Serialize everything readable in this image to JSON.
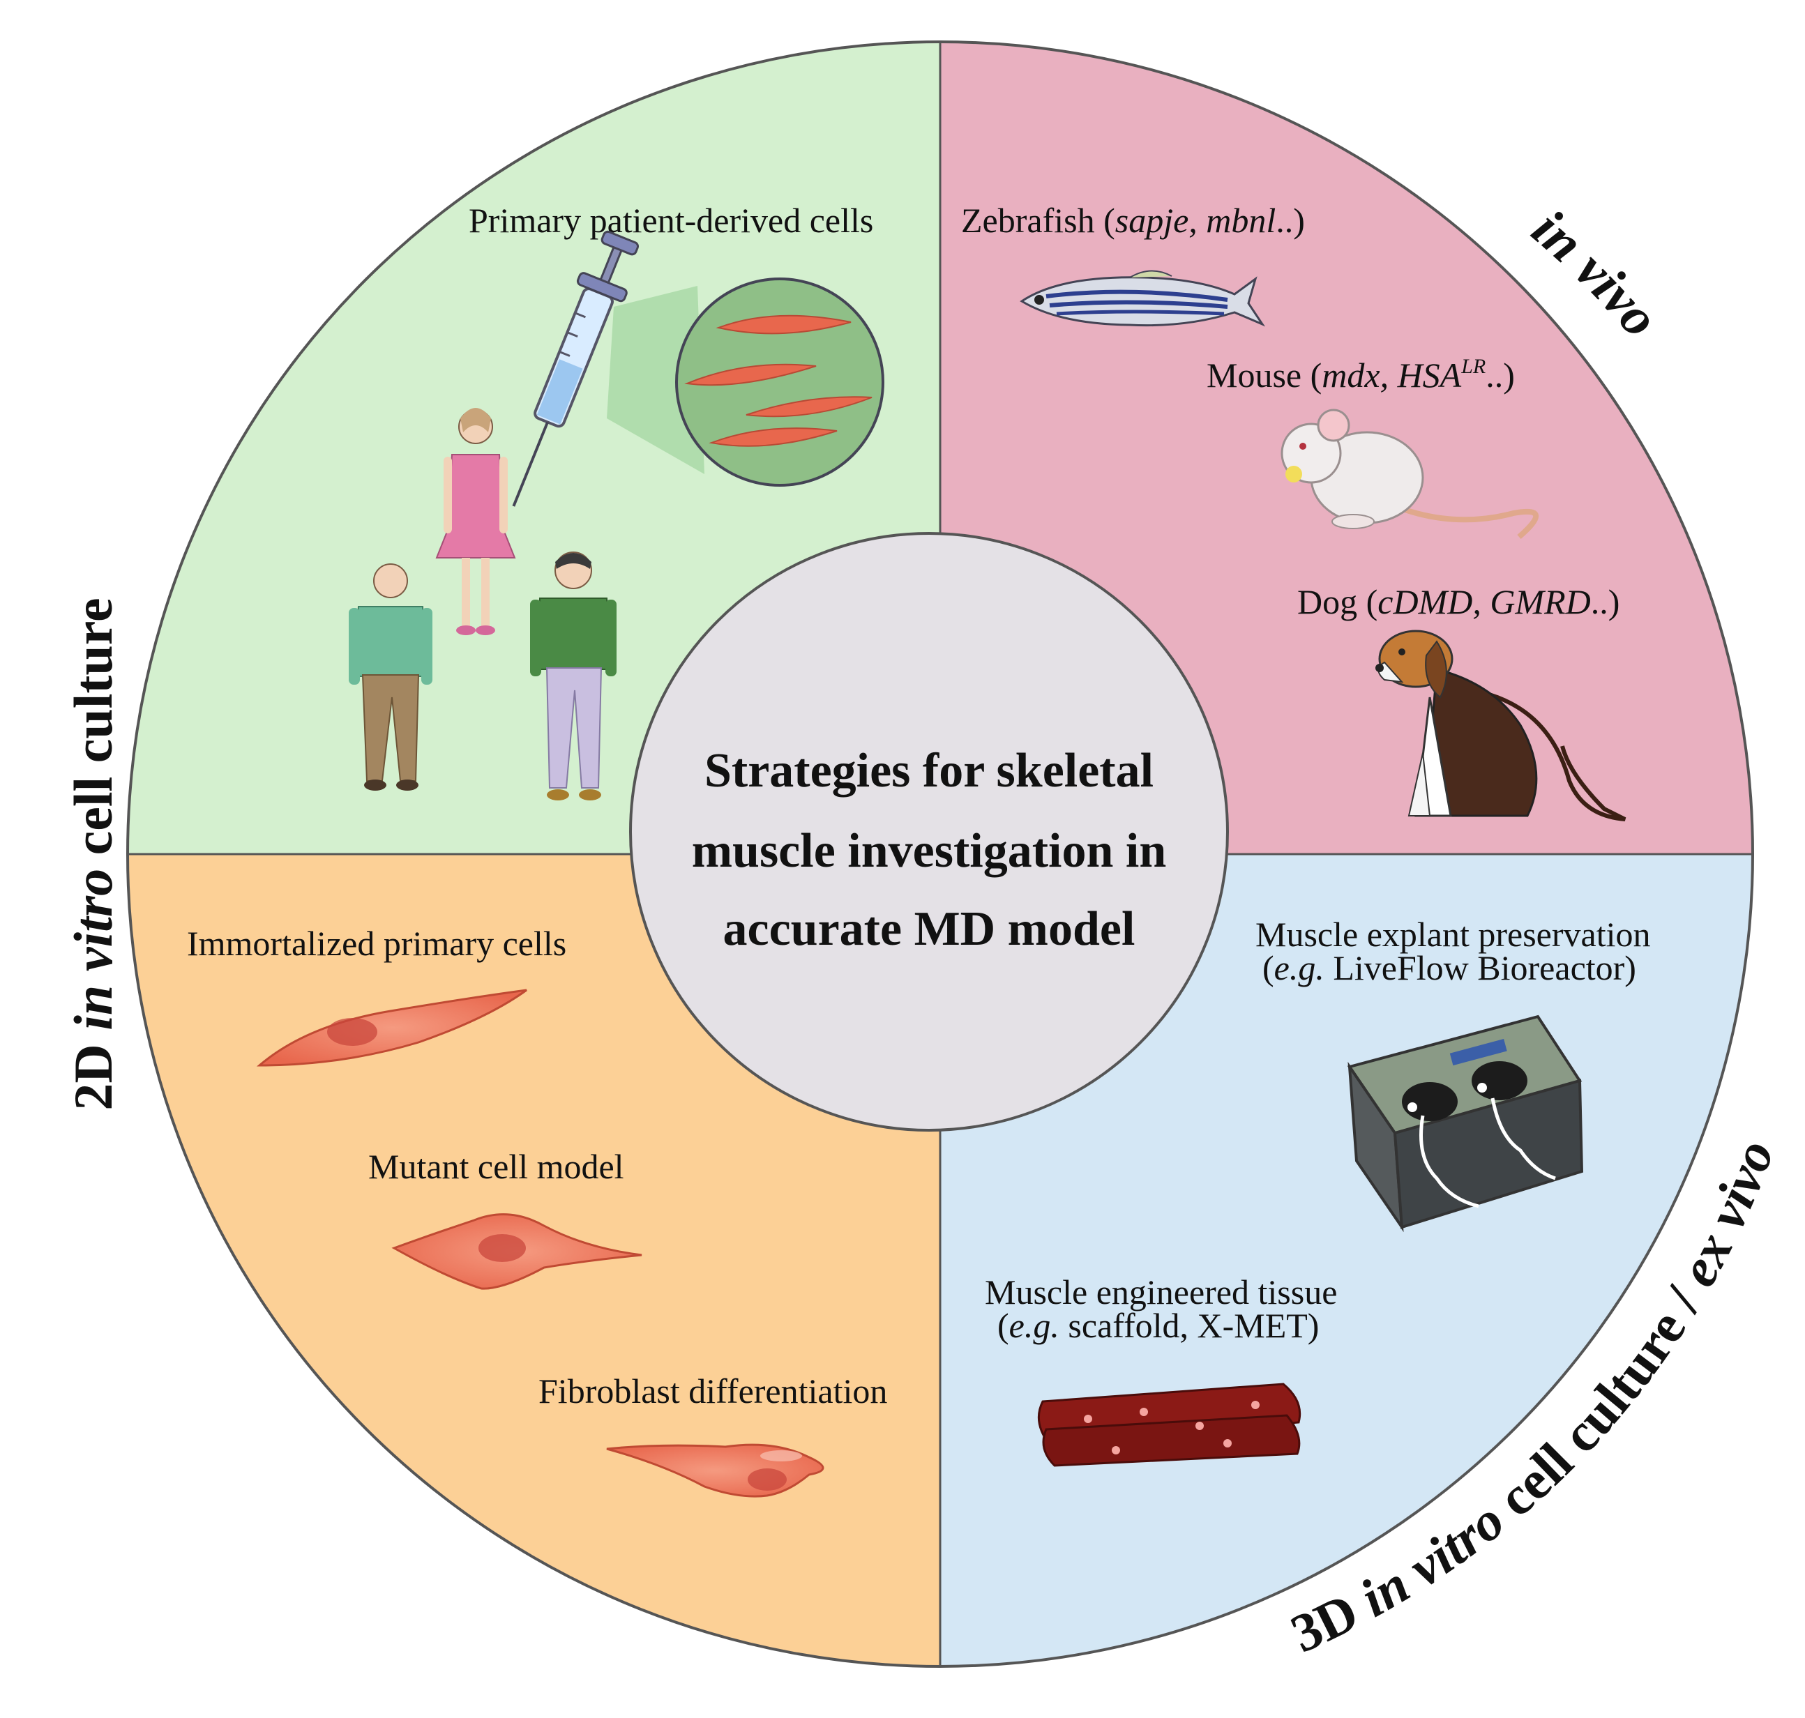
{
  "center": {
    "title_line1": "Strategies for skeletal",
    "title_line2": "muscle investigation in",
    "title_line3": "accurate MD model"
  },
  "quadrants": {
    "top_left": {
      "color": "#d4f0cf",
      "items": {
        "primary_cells": "Primary patient-derived cells"
      }
    },
    "top_right": {
      "color": "#e9b0c0",
      "items": {
        "zebrafish": {
          "name": "Zebrafish (",
          "italic": "sapje, mbnl",
          "tail": "..)"
        },
        "mouse": {
          "name": "Mouse (",
          "italic": "mdx, HSA",
          "sup": "LR",
          "tail": "..)"
        },
        "dog": {
          "name": "Dog (",
          "italic": "cDMD, GMRD",
          "tail": "..)"
        }
      }
    },
    "bottom_left": {
      "color": "#fcd096",
      "items": {
        "immortalized": "Immortalized primary cells",
        "mutant": "Mutant cell model",
        "fibroblast": "Fibroblast differentiation"
      }
    },
    "bottom_right": {
      "color": "#d4e7f5",
      "items": {
        "explant_line1": "Muscle explant preservation",
        "explant_line2_open": "(",
        "explant_line2_italic": "e.g.",
        "explant_line2_rest": " LiveFlow Bioreactor)",
        "engineered_line1": "Muscle engineered tissue",
        "engineered_line2_open": "(",
        "engineered_line2_italic": "e.g.",
        "engineered_line2_rest": " scaffold, X-MET)"
      }
    }
  },
  "outer_labels": {
    "left": {
      "prefix": "2D ",
      "italic": "in vitro",
      "suffix": " cell culture"
    },
    "top_right": {
      "italic": "in vivo"
    },
    "bottom_right": {
      "prefix": "3D ",
      "italic": "in vitro",
      "middle": " cell culture / ",
      "italic2": "ex vivo"
    }
  },
  "icons": [
    "syringe-icon",
    "cell-magnifier-icon",
    "woman-icon",
    "elderly-man-icon",
    "man-icon",
    "zebrafish-icon",
    "mouse-icon",
    "dog-icon",
    "bioreactor-icon",
    "muscle-tissue-icon",
    "immortalized-cell-icon",
    "mutant-cell-icon",
    "fibroblast-cell-icon"
  ]
}
